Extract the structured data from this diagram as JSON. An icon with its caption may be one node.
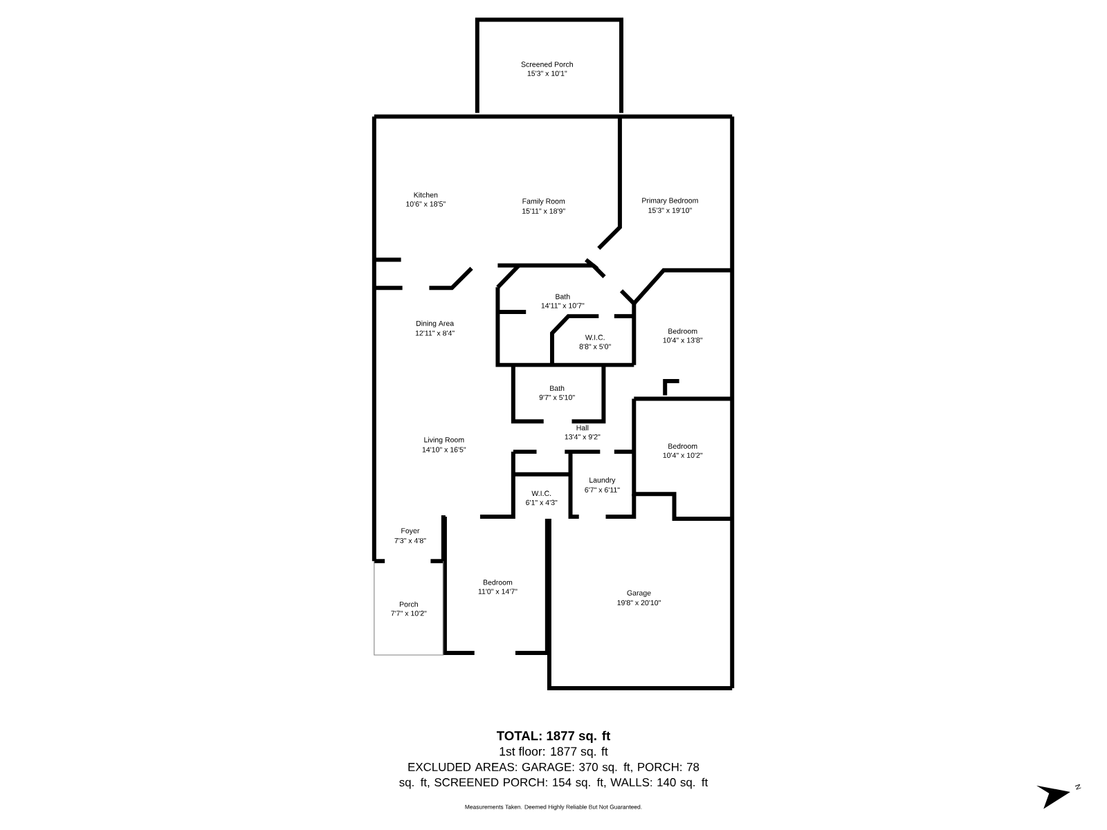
{
  "diagram": {
    "title": "TOTAL: 1877 sq. ft",
    "labels": [
      "Screened Porch",
      "15'3\" x 10'1\"",
      "Kitchen",
      "10'6\" x 18'5\"",
      "Family Room",
      "15'11\" x 18'9\"",
      "Primary Bedroom",
      "15'3\" x 19'10\"",
      "Bath",
      "14'11\" x 10'7\"",
      "Dining Area",
      "12'11\" x 8'4\"",
      "Bedroom",
      "10'4\" x 13'8\"",
      "W.I.C.",
      "8'8\" x 5'0\"",
      "Bath",
      "9'7\" x 5'10\"",
      "Hall",
      "13'4\" x 9'2\"",
      "Living Room",
      "14'10\" x 16'5\"",
      "Bedroom",
      "10'4\" x 10'2\"",
      "Laundry",
      "6'7\" x 6'11\"",
      "W.I.C.",
      "6'1\" x 4'3\"",
      "Foyer",
      "7'3\" x 4'8\"",
      "Porch",
      "7'7\" x 10'2\"",
      "Bedroom",
      "11'0\" x 14'7\"",
      "Garage",
      "19'8\" x 20'10\"",
      "1st floor: 1877 sq. ft",
      "EXCLUDED AREAS: GARAGE: 370 sq. ft, PORCH: 78 sq. ft, SCREENED PORCH: 154 sq. ft, WALLS: 140 sq. ft",
      "Measurements Taken. Deemed Highly Reliable But Not Guaranteed.",
      "N"
    ]
  }
}
